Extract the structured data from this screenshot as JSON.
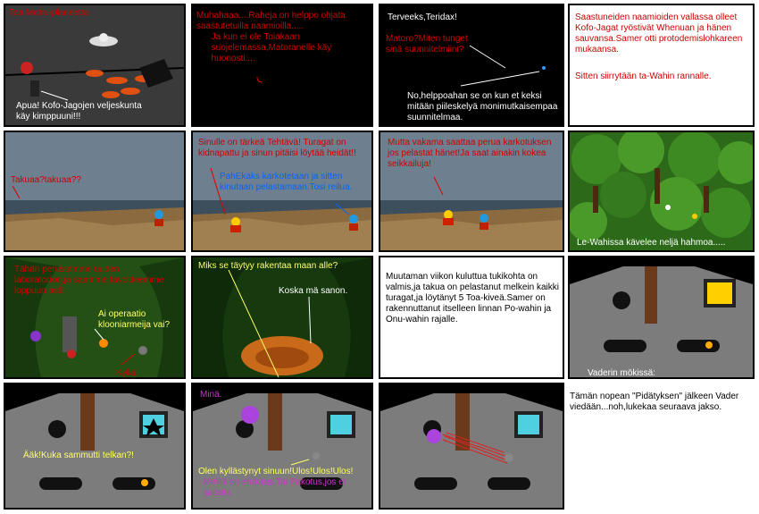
{
  "panels": {
    "p1": {
      "title": "Toa Metru-planeetta",
      "caption": "Apua! Kofo-Jagojen veljeskunta käy kimppuuni!!!"
    },
    "p2": {
      "text": "Muhahaaa....Raheja on helppo ohjata saastutetuilla naamioilla.....\n      Ja kun ei ole Toiakaan\n      suojelemassa,Matoranelle käy\n      huonosti...."
    },
    "p3": {
      "line1": "Terveeks,Teridax!",
      "line2": "Matoro?Miten tunget\nsinä suunnitelmiini?",
      "line3": "No,helppoahan se on kun et keksi\nmitään piileskelyä monimutkaisempaa\nsuunnitelmaa."
    },
    "p4": {
      "para1": "Saastuneiden naamioiden vallassa olleet Kofo-Jagat ryöstivät Whenuan ja hänen sauvansa.Samer otti protodemislohkareen mukaansa.",
      "para2": "Sitten siirrytään ta-Wahin rannalle."
    },
    "p5": {
      "text": "Takuaa?takuaa??"
    },
    "p6": {
      "red": "Sinulle on tärkeä Tehtävä! Turagat on kidnapattu ja sinun pitäisi löytää heidät!!",
      "blue": "PahEkaks karkotetaan ja sitten kinutaan pelastamaan.Tosi reilua."
    },
    "p7": {
      "text": "Mutta vakama saattaa perua karkotuksen jos pelastat hänet!Ja saat ainakin kokea seikkailuja!"
    },
    "p8": {
      "caption": "Le-Wahissa kävelee neljä hahmoa....."
    },
    "p9": {
      "red1": "Tähän perustamme uuden\nlaboratorion,ja saamme tavoitteemme\nloppuun asti!",
      "yellow": "Ai operaatio\nklooniarmeija vai?",
      "red2": "Kyllä."
    },
    "p10": {
      "yellow": "Miks se täytyy rakentaa maan alle?",
      "white": "Koska mä sanon."
    },
    "p11": {
      "text": "Muutaman viikon kuluttua tukikohta on valmis,ja takua on pelastanut melkein kaikki turagat,ja löytänyt 5 Toa-kiveä.Samer on rakennuttanut itselleen linnan Po-wahin ja Onu-wahin rajalle."
    },
    "p12": {
      "caption": "Vaderin mökissä:"
    },
    "p13": {
      "text": "Ääk!Kuka sammutti telkan?!"
    },
    "p14": {
      "purple1": "Minä.",
      "yellow": "Olen kyllästynyt sinuun!Ulos!Ulos!Ulos!",
      "purple2": "Meillä on ehdotus.Tai Pakotus,jos et\nsuostu."
    },
    "p16": {
      "text": "Tämän nopean \"Pidätyksen\" jälkeen Vader viedään...noh,lukekaa seuraava jakso."
    }
  },
  "colors": {
    "sky": "#6e7f8f",
    "sea": "#3d4e5c",
    "sand": "#a08050",
    "jungle": "#1f5a12",
    "cave": "#7c7c7c",
    "text_red": "#d00000"
  }
}
